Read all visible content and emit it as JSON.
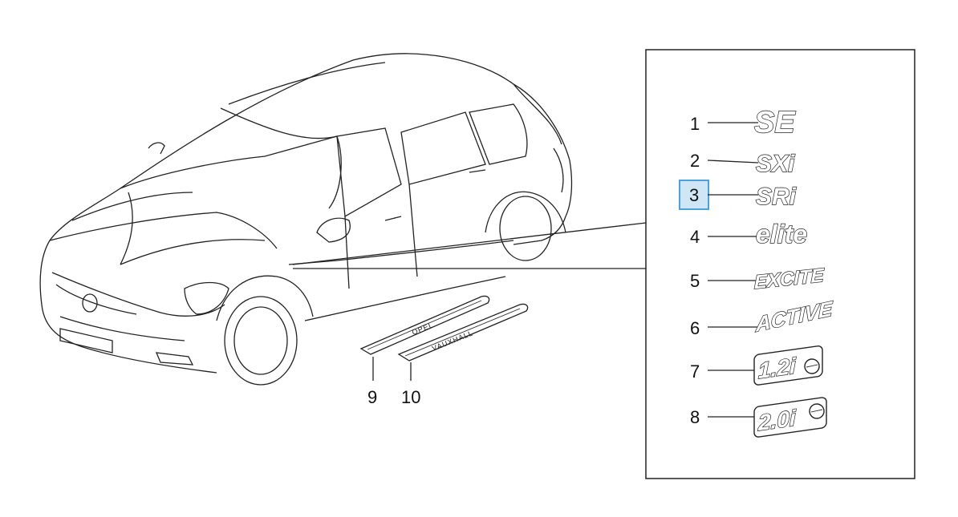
{
  "callouts": [
    {
      "num": "1",
      "emblem": "SE"
    },
    {
      "num": "2",
      "emblem": "SXi"
    },
    {
      "num": "3",
      "emblem": "SRi",
      "selected": true
    },
    {
      "num": "4",
      "emblem": "elite"
    },
    {
      "num": "5",
      "emblem": "EXCITE"
    },
    {
      "num": "6",
      "emblem": "ACTIVE"
    },
    {
      "num": "7",
      "emblem": "1.2i"
    },
    {
      "num": "8",
      "emblem": "2.0i"
    },
    {
      "num": "9",
      "emblem": "OPEL"
    },
    {
      "num": "10",
      "emblem": "VAUXHALL"
    }
  ],
  "colors": {
    "highlight_border": "#4aa3df",
    "highlight_fill": "#cfe6f6",
    "line": "#222222"
  }
}
